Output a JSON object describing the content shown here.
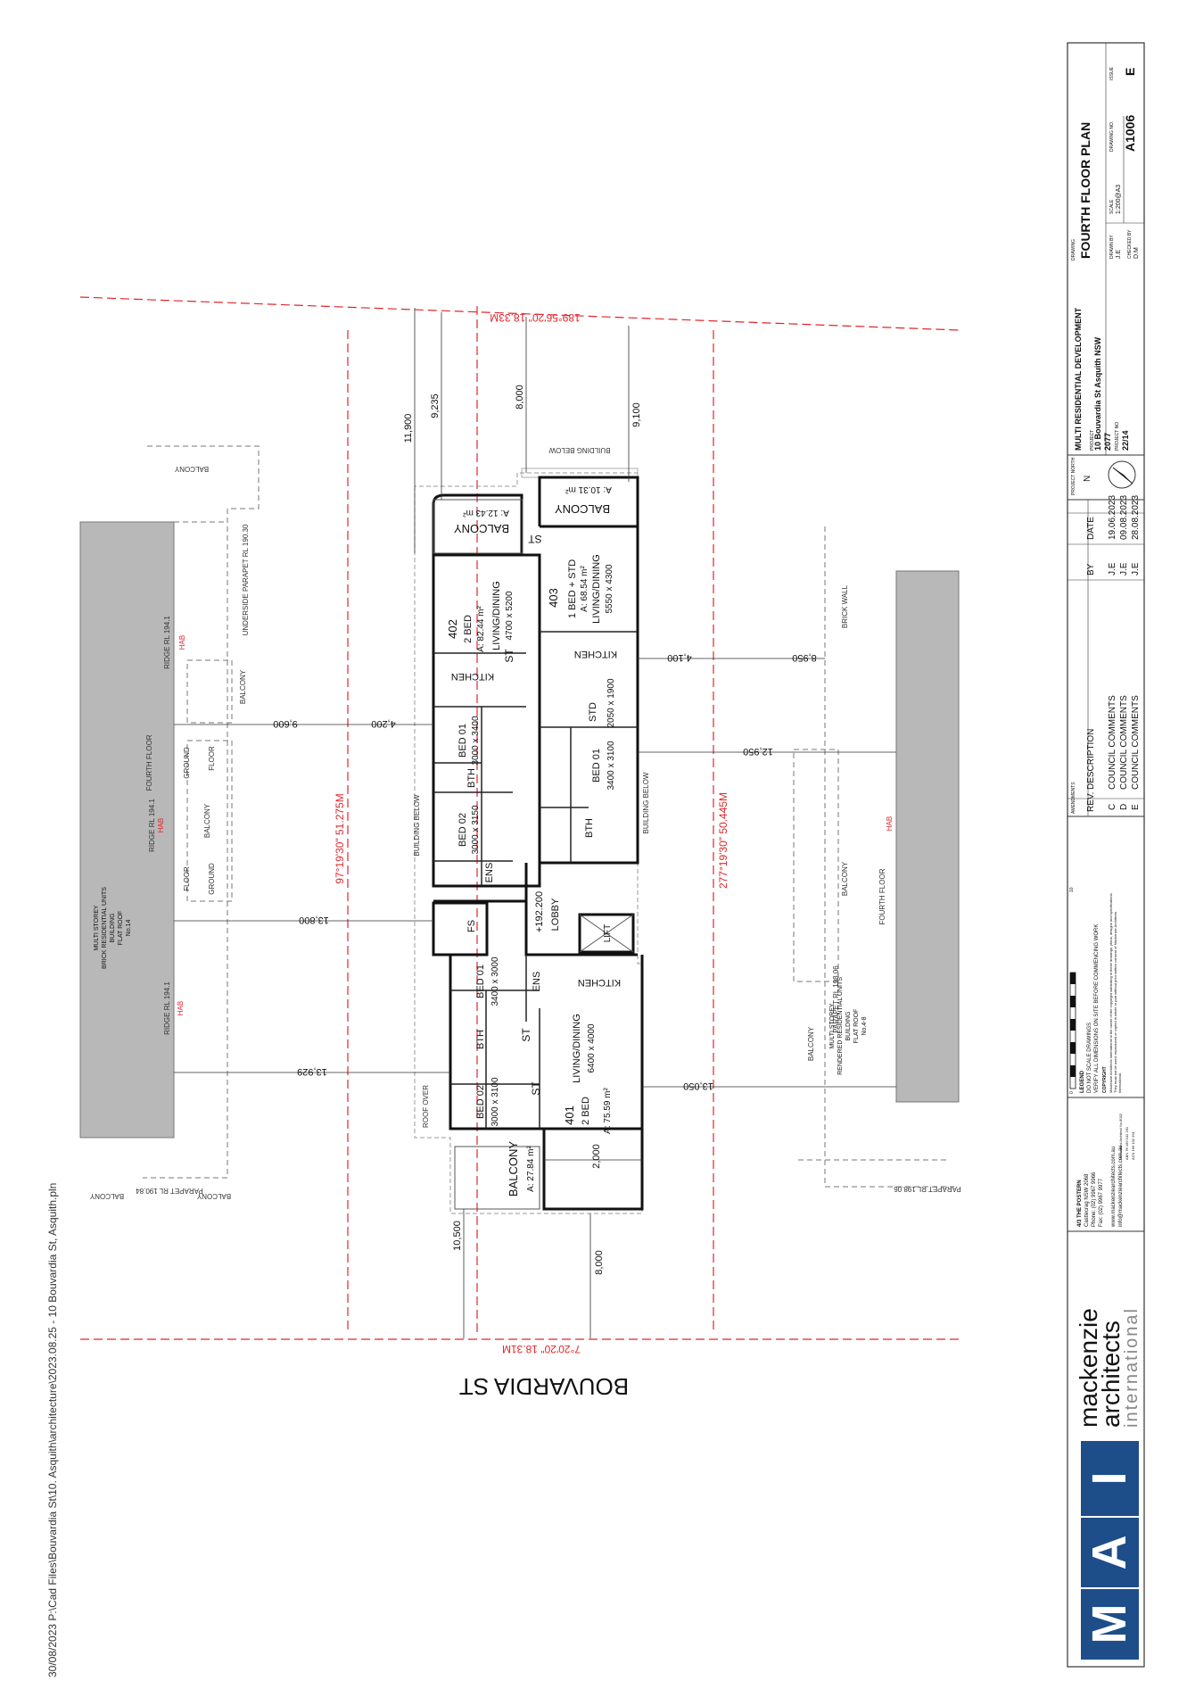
{
  "file_path": "30/08/2023 P:\\Cad Files\\Bouvardia St\\10. Asquith\\architecture\\2023.08.25 - 10 Bouvardia St, Asquith.pln",
  "street_name": "BOUVARDIA ST",
  "boundaries": {
    "rear": "189°56'20\" 18.33M",
    "front": "7°20'20\" 18.31M",
    "west": "97°19'30\" 51.275M",
    "east": "277°19'30\" 50.445M"
  },
  "dimensions": {
    "d11900": "11,900",
    "d9235": "9,235",
    "d8000_top": "8,000",
    "d9100": "9,100",
    "d4100": "4,100",
    "d8950": "8,950",
    "d9600": "9,600",
    "d4200": "4,200",
    "d12950": "12,950",
    "d13800": "13,800",
    "d13929": "13,929",
    "d13050": "13,050",
    "d2000": "2,000",
    "d10500": "10,500",
    "d8000_bot": "8,000"
  },
  "units": {
    "u402": {
      "number": "402",
      "type": "2 BED",
      "area": "A: 82.44 m²",
      "living": "LIVING/DINING",
      "living_size": "4700 x 5200",
      "kitchen": "KITCHEN",
      "bed01": "BED 01",
      "bed01_size": "3000 x 3400",
      "bed02": "BED 02",
      "bed02_size": "3000 x 3150",
      "bth": "BTH",
      "ens": "ENS",
      "st": "ST",
      "balcony": "BALCONY",
      "balcony_area": "A: 12.43 m²"
    },
    "u403": {
      "number": "403",
      "type": "1 BED + STD",
      "area": "A: 68.54 m²",
      "living": "LIVING/DINING",
      "living_size": "5550 x 4300",
      "kitchen": "KITCHEN",
      "std": "STD",
      "std_size": "2050 x 1900",
      "bed01": "BED 01",
      "bed01_size": "3400 x 3100",
      "bth": "BTH",
      "st": "ST",
      "balcony": "BALCONY",
      "balcony_area": "A: 10.31 m²"
    },
    "u401": {
      "number": "401",
      "type": "2 BED",
      "area": "A: 75.59 m²",
      "living": "LIVING/DINING",
      "living_size": "6400 x 4000",
      "kitchen": "KITCHEN",
      "bed01": "BED 01",
      "bed01_size": "3400 x 3000",
      "bed02": "BED 02",
      "bed02_size": "3000 x 3100",
      "bth": "BTH",
      "ens": "ENS",
      "st": "ST",
      "st2": "ST",
      "balcony": "BALCONY",
      "balcony_area": "A: 27.84 m²"
    }
  },
  "core": {
    "lobby": "LOBBY",
    "lobby_rl": "+192.200",
    "lift": "LIFT",
    "fs": "FS"
  },
  "annotations": {
    "building_below": "BUILDING BELOW",
    "roof_over": "ROOF OVER",
    "hab": "HAB",
    "balcony": "BALCONY",
    "fourth_floor": "FOURTH FLOOR",
    "ground_floor_a": "GROUND",
    "floor_a": "FLOOR",
    "ridge_rl_1": "RIDGE RL 194.1",
    "underside_parapet": "UNDERSIDE PARAPET RL 190.30",
    "parapet_rl_190": "PARAPET RL 190.84",
    "parapet_rl_198_top": "PARAPET RL 198.06",
    "parapet_rl_198_bot": "PARAPET RL 198.06",
    "brick_wall": "BRICK WALL",
    "west_building": [
      "MULTI STOREY",
      "BRICK RESIDENTIAL UNITS",
      "BUILDING",
      "FLAT ROOF",
      "No.14"
    ],
    "east_building": [
      "MULTI STOREY",
      "RENDERED RESIDENTIAL UNITS",
      "BUILDING",
      "FLAT ROOF",
      "No.4-8"
    ]
  },
  "title_block": {
    "drawing_label": "DRAWING",
    "drawing_title": "FOURTH FLOOR PLAN",
    "project_label": "PROJECT",
    "project_title": "MULTI RESIDENTIAL DEVELOPMENT",
    "project_address": "10 Bouvardia St Asquith NSW",
    "project_postcode": "2077",
    "project_no_label": "PROJECT NO",
    "project_no": "22/14",
    "project_north_label": "PROJECT NORTH",
    "north_letter": "N",
    "drawn_by_label": "DRAWN BY",
    "drawn_by": "J.E",
    "checked_by_label": "CHECKED BY",
    "checked_by": "D.M",
    "scale_label": "SCALE",
    "scale": "1:200@A3",
    "drawing_no_label": "DRAWING NO.",
    "drawing_no": "A1006",
    "issue_label": "ISSUE",
    "issue": "E",
    "amendments_label": "AMENDMENTS",
    "headers": {
      "rev": "REV.",
      "description": "DESCRIPTION",
      "by": "BY",
      "date": "DATE"
    },
    "amendments": [
      {
        "rev": "C",
        "description": "COUNCIL COMMENTS",
        "by": "J.E",
        "date": "19.06.2023"
      },
      {
        "rev": "D",
        "description": "COUNCIL COMMENTS",
        "by": "J.E",
        "date": "09.08.2023"
      },
      {
        "rev": "E",
        "description": "COUNCIL COMMENTS",
        "by": "J.E",
        "date": "28.08.2023"
      }
    ],
    "legend_label": "LEGEND",
    "legend_line1": "DO NOT SCALE DRAWINGS",
    "legend_line2": "VERIFY ALL DIMENSIONS ON SITE BEFORE COMMENCING WORK",
    "copyright_label": "COPYRIGHT",
    "copyright_text": "Mackenzie Architects International is the owner of the copyright subsisting in these drawings, plans, designs and specifications. They must not be used, reproduced or copied in whole or part without prior written consent of Mackenzie Architects International.",
    "scale_bar_zero": "0",
    "scale_bar_end": "10",
    "office_address": [
      "4/3 THE POSTERN",
      "Castlecrag NSW 2068",
      "Phone: (02) 9967 9966",
      "Fax: (02) 9967 9977",
      "www.mackenziearchitects.com.au",
      "info@mackenziearchitects.com.au"
    ],
    "nominated_architect": [
      "Nominated Architect No.8032",
      "ABN 78 169 102 291",
      "ACN 169 102 291"
    ],
    "firm_name_1": "mackenzie",
    "firm_name_2": "architects",
    "firm_name_3": "international",
    "logo_letters": [
      "M",
      "A",
      "I"
    ]
  },
  "colors": {
    "boundary": "#e0262c",
    "neighbour_fill": "#b8b8b8",
    "logo_blue": "#1d4e8a",
    "logo_white": "#ffffff"
  }
}
